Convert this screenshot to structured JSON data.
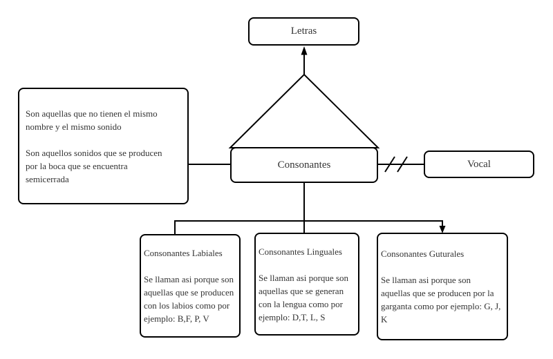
{
  "diagram": {
    "background_color": "#ffffff",
    "stroke_color": "#000000",
    "text_color": "#333333",
    "nodes": {
      "letras": {
        "label": "Letras"
      },
      "consonantes": {
        "label": "Consonantes"
      },
      "vocal": {
        "label": "Vocal"
      },
      "definicion": {
        "paragraph1": "Son aquellas que no tienen el mismo\nnombre y el mismo sonido",
        "paragraph2": "Son aquellos sonidos que se producen\npor la boca que se encuentra\nsemicerrada"
      },
      "labiales": {
        "title": "Consonantes Labiales",
        "body": "Se llaman asi porque son\naquellas que se producen\ncon los labios como por\nejemplo: B,F, P, V"
      },
      "linguales": {
        "title": "Consonantes Linguales",
        "body": "Se llaman asi porque son\naquellas que se generan\ncon la lengua como por\nejemplo: D,T, L, S"
      },
      "guturales": {
        "title": "Consonantes Guturales",
        "body": "Se llaman asi porque son\naquellas que se producen por la\ngarganta como por ejemplo: G, J,\nK"
      }
    }
  }
}
